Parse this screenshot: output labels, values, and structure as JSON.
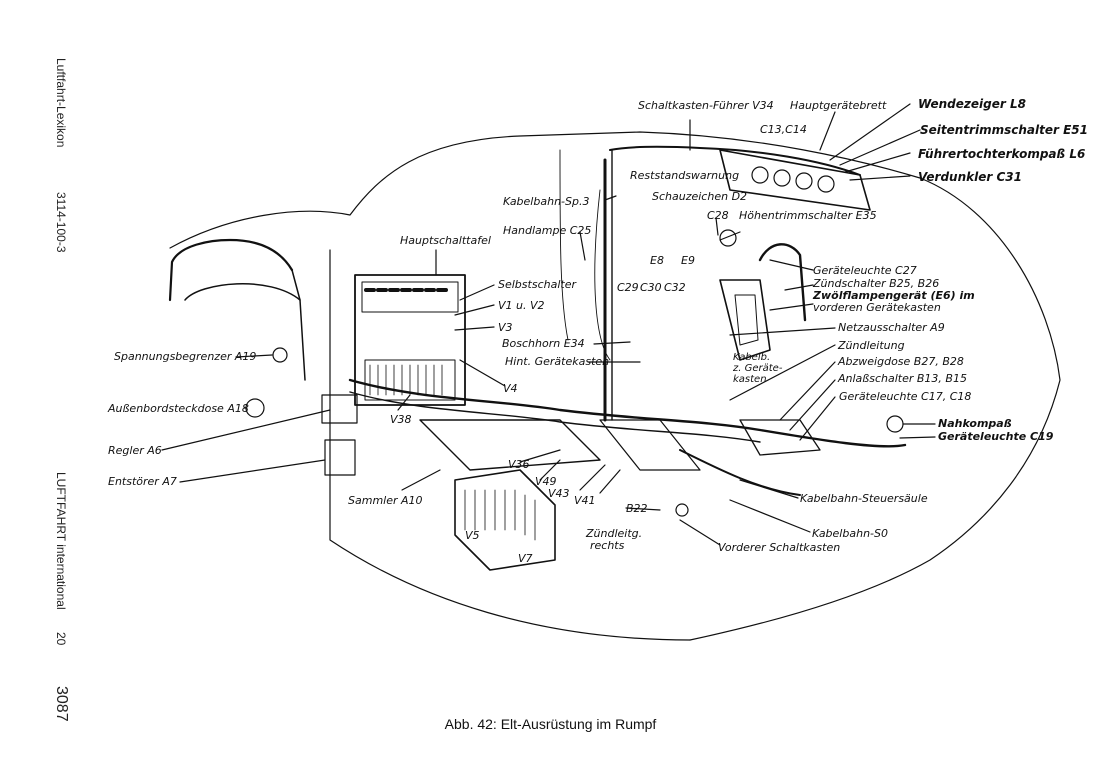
{
  "side_text": {
    "publisher": "Luftfahrt-Lexikon",
    "code": "3114-100-3",
    "journal": "LUFTFAHRT international",
    "issue": "20",
    "page_number": "3087"
  },
  "caption": "Abb. 42: Elt-Ausrüstung im Rumpf",
  "labels": {
    "schaltkasten_fuehrer": "Schaltkasten-Führer V34",
    "hauptgeraetebrett": "Hauptgerätebrett",
    "wendezeiger": "Wendezeiger L8",
    "c13_c14": "C13,C14",
    "seitentrimmschalter": "Seitentrimmschalter E51",
    "fuehrertochterkompass": "Führertochterkompaß L6",
    "reststandswarnung": "Reststandswarnung",
    "verdunkler": "Verdunkler C31",
    "schauzeichen": "Schauzeichen D2",
    "kabelbahn_sp3": "Kabelbahn-Sp.3",
    "c28": "C28",
    "hoehentrimmschalter": "Höhentrimmschalter E35",
    "handlampe": "Handlampe C25",
    "hauptschalttafel": "Hauptschalttafel",
    "e8": "E8",
    "e9": "E9",
    "geraeteleuchte_c27": "Geräteleuchte C27",
    "zuendschalter": "Zündschalter B25, B26",
    "selbstschalter": "Selbstschalter",
    "c29": "C29",
    "c30": "C30",
    "c32": "C32",
    "zwoelflampengeraet_1": "Zwölflampengerät (E6) im",
    "zwoelflampengeraet_2": "vorderen Gerätekasten",
    "v1_v2": "V1 u. V2",
    "v3": "V3",
    "netzausschalter": "Netzausschalter A9",
    "boschhorn": "Boschhorn E34",
    "zuendleitung": "Zündleitung",
    "kabelb_1": "Kabelb.",
    "kabelb_2": "z. Geräte-",
    "kabelb_3": "kasten",
    "spannungsbegrenzer": "Spannungsbegrenzer A19",
    "hint_geraetekasten": "Hint. Gerätekasten",
    "abzweigdose": "Abzweigdose B27, B28",
    "anlassschalter": "Anlaßschalter B13, B15",
    "v4": "V4",
    "aussenbordsteckdose": "Außenbordsteckdose A18",
    "geraeteleuchte_c17": "Geräteleuchte C17, C18",
    "v38": "V38",
    "nahkompass": "Nahkompaß",
    "geraeteleuchte_c19": "Geräteleuchte C19",
    "regler": "Regler A6",
    "v36": "V36",
    "entstoerer": "Entstörer A7",
    "v49": "V49",
    "v43": "V43",
    "sammler": "Sammler A10",
    "v41": "V41",
    "kabelbahn_steuersaeule": "Kabelbahn-Steuersäule",
    "b22": "B22",
    "v5": "V5",
    "kabelbahn_s0": "Kabelbahn-S0",
    "zuendleitg_1": "Zündleitg.",
    "zuendleitg_2": "rechts",
    "vorderer_schaltkasten": "Vorderer Schaltkasten",
    "v7": "V7"
  }
}
